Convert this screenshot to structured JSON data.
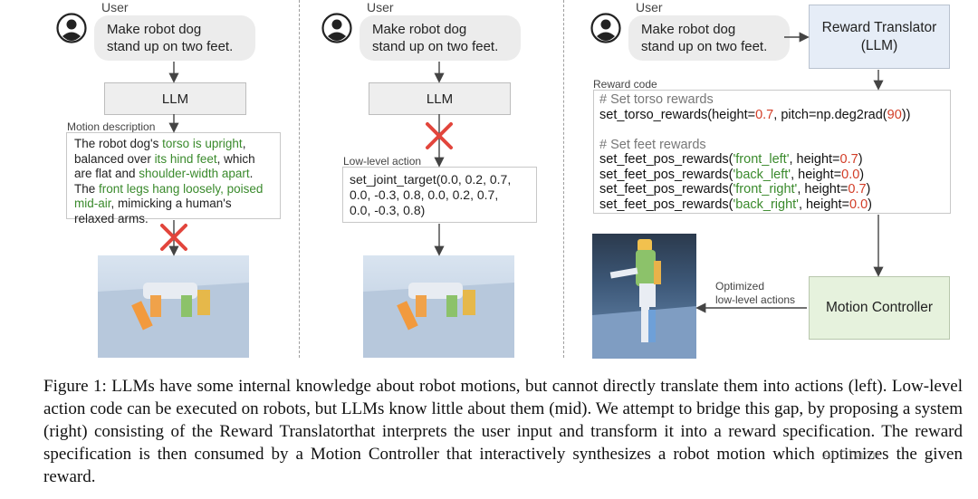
{
  "panels": {
    "left": {
      "user_label": "User",
      "user_text_1": "Make robot dog",
      "user_text_2": "stand up on two feet.",
      "llm_label": "LLM",
      "motion_label": "Motion description",
      "motion_text": [
        {
          "t": "The robot dog's ",
          "g": false
        },
        {
          "t": "torso is upright",
          "g": true
        },
        {
          "t": ", balanced over ",
          "g": false
        },
        {
          "t": "its hind feet",
          "g": true
        },
        {
          "t": ", which are flat and ",
          "g": false
        },
        {
          "t": "shoulder-width apart",
          "g": true
        },
        {
          "t": ". The ",
          "g": false
        },
        {
          "t": "front legs hang loosely, poised mid-air",
          "g": true
        },
        {
          "t": ", mimicking a human's relaxed arms.",
          "g": false
        }
      ]
    },
    "mid": {
      "user_label": "User",
      "user_text_1": "Make robot dog",
      "user_text_2": "stand up on two feet.",
      "llm_label": "LLM",
      "action_label": "Low-level action",
      "action_line_1": "set_joint_target(0.0, 0.2, 0.7,",
      "action_line_2": "0.0, -0.3, 0.8, 0.0, 0.2, 0.7,",
      "action_line_3": "0.0, -0.3, 0.8)"
    },
    "right": {
      "user_label": "User",
      "user_text_1": "Make robot dog",
      "user_text_2": "stand up on two feet.",
      "translator_line_1": "Reward Translator",
      "translator_line_2": "(LLM)",
      "reward_code_label": "Reward code",
      "code": {
        "c1": "# Set torso rewards",
        "torso_a": "set_torso_rewards(height=",
        "torso_h": "0.7",
        "torso_b": ", pitch=np.deg2rad(",
        "torso_p": "90",
        "torso_c": "))",
        "c2": "# Set feet rewards",
        "feet": [
          {
            "a": "set_feet_pos_rewards(",
            "s": "'front_left'",
            "b": ", height=",
            "n": "0.7",
            "c": ")"
          },
          {
            "a": "set_feet_pos_rewards(",
            "s": "'back_left'",
            "b": ", height=",
            "n": "0.0",
            "c": ")"
          },
          {
            "a": "set_feet_pos_rewards(",
            "s": "'front_right'",
            "b": ", height=",
            "n": "0.7",
            "c": ")"
          },
          {
            "a": "set_feet_pos_rewards(",
            "s": "'back_right'",
            "b": ", height=",
            "n": "0.0",
            "c": ")"
          }
        ]
      },
      "optimized_line_1": "Optimized",
      "optimized_line_2": "low-level actions",
      "controller_label": "Motion Controller"
    }
  },
  "caption": "Figure 1: LLMs have some internal knowledge about robot motions, but cannot directly translate them into actions (left). Low-level action code can be executed on robots, but LLMs know little about them (mid). We attempt to bridge this gap, by proposing a system (right) consisting of the Reward Translatorthat interprets the user input and transform it into a reward specification. The reward specification is then consumed by a Motion Controller that interactively synthesizes a robot motion which optimizes the given reward.",
  "watermark": "AI Charm",
  "colors": {
    "green_text": "#3a8a2c",
    "number_red": "#d23c26",
    "cross_red": "#e2453c",
    "translator_bg": "#e6edf7",
    "controller_bg": "#e6f2dd"
  }
}
